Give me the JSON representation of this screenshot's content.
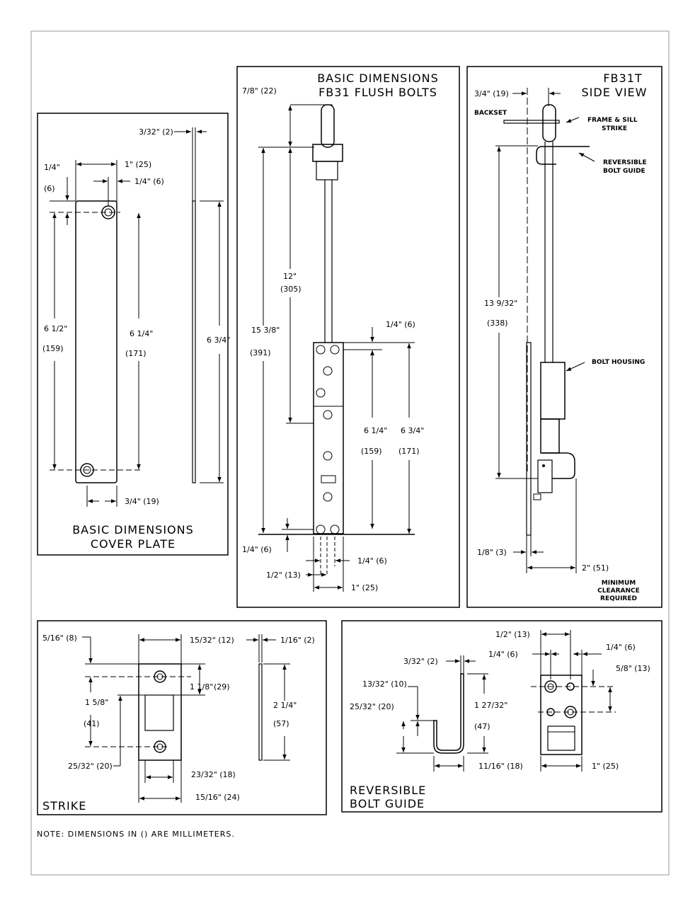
{
  "panels": {
    "cover_plate": {
      "title_line1": "BASIC DIMENSIONS",
      "title_line2": "COVER PLATE",
      "dims": {
        "thickness": "3/32\" (2)",
        "width": "1\" (25)",
        "hole_inset": "1/4\" (6)",
        "top_inset_in": "1/4\"",
        "top_inset_mm": "(6)",
        "hole_centers_in": "6 1/2\"",
        "hole_centers_mm": "(159)",
        "inner_length_in": "6 1/4\"",
        "inner_length_mm": "(171)",
        "overall_length": "6 3/4\"",
        "bottom_width": "3/4\" (19)"
      }
    },
    "flush_bolt": {
      "title_line1": "BASIC DIMENSIONS",
      "title_line2": "FB31 FLUSH BOLTS",
      "dims": {
        "throw": "7/8\" (22)",
        "rod_in": "12\"",
        "rod_mm": "(305)",
        "total_in": "15 3/8\"",
        "total_mm": "(391)",
        "top_inset": "1/4\" (6)",
        "holes_in": "6 1/4\"",
        "holes_mm": "(159)",
        "housing_in": "6 3/4\"",
        "housing_mm": "(171)",
        "bottom_inset": "1/4\" (6)",
        "hole_offset": "1/4\" (6)",
        "half_width": "1/2\" (13)",
        "width": "1\" (25)"
      }
    },
    "side_view": {
      "title_line1": "FB31T",
      "title_line2": "SIDE VIEW",
      "backset_dim": "3/4\" (19)",
      "backset_label": "BACKSET",
      "callouts": {
        "frame_strike_1": "FRAME & SILL",
        "frame_strike_2": "STRIKE",
        "bolt_guide_1": "REVERSIBLE",
        "bolt_guide_2": "BOLT GUIDE",
        "housing": "BOLT HOUSING"
      },
      "dims": {
        "height_in": "13 9/32\"",
        "height_mm": "(338)",
        "plate": "1/8\" (3)",
        "clearance": "2\" (51)"
      },
      "clearance_note_1": "MINIMUM",
      "clearance_note_2": "CLEARANCE",
      "clearance_note_3": "REQUIRED"
    },
    "strike": {
      "title": "STRIKE",
      "dims": {
        "edge": "5/16\" (8)",
        "width": "15/32\" (12)",
        "thickness": "1/16\" (2)",
        "slot_in": "1 1/8\"",
        "slot_mm": "(29)",
        "holes_in": "1 5/8\"",
        "holes_mm": "(41)",
        "length_in": "2 1/4\"",
        "length_mm": "(57)",
        "lower": "25/32\" (20)",
        "inner_width": "23/32\" (18)",
        "outer_width": "15/16\" (24)"
      }
    },
    "bolt_guide": {
      "title_line1": "REVERSIBLE",
      "title_line2": "BOLT GUIDE",
      "dims": {
        "top_offset": "1/2\" (13)",
        "hole_spacing": "1/4\" (6)",
        "edge_offset": "1/4\" (6)",
        "vertical_spacing": "5/8\" (13)",
        "thickness": "3/32\" (2)",
        "hook_height": "13/32\" (10)",
        "hook_depth": "25/32\" (20)",
        "overall_in": "1 27/32\"",
        "overall_mm": "(47)",
        "hook_width": "11/16\" (18)",
        "width": "1\" (25)"
      }
    }
  },
  "note": "NOTE: DIMENSIONS IN () ARE MILLIMETERS."
}
